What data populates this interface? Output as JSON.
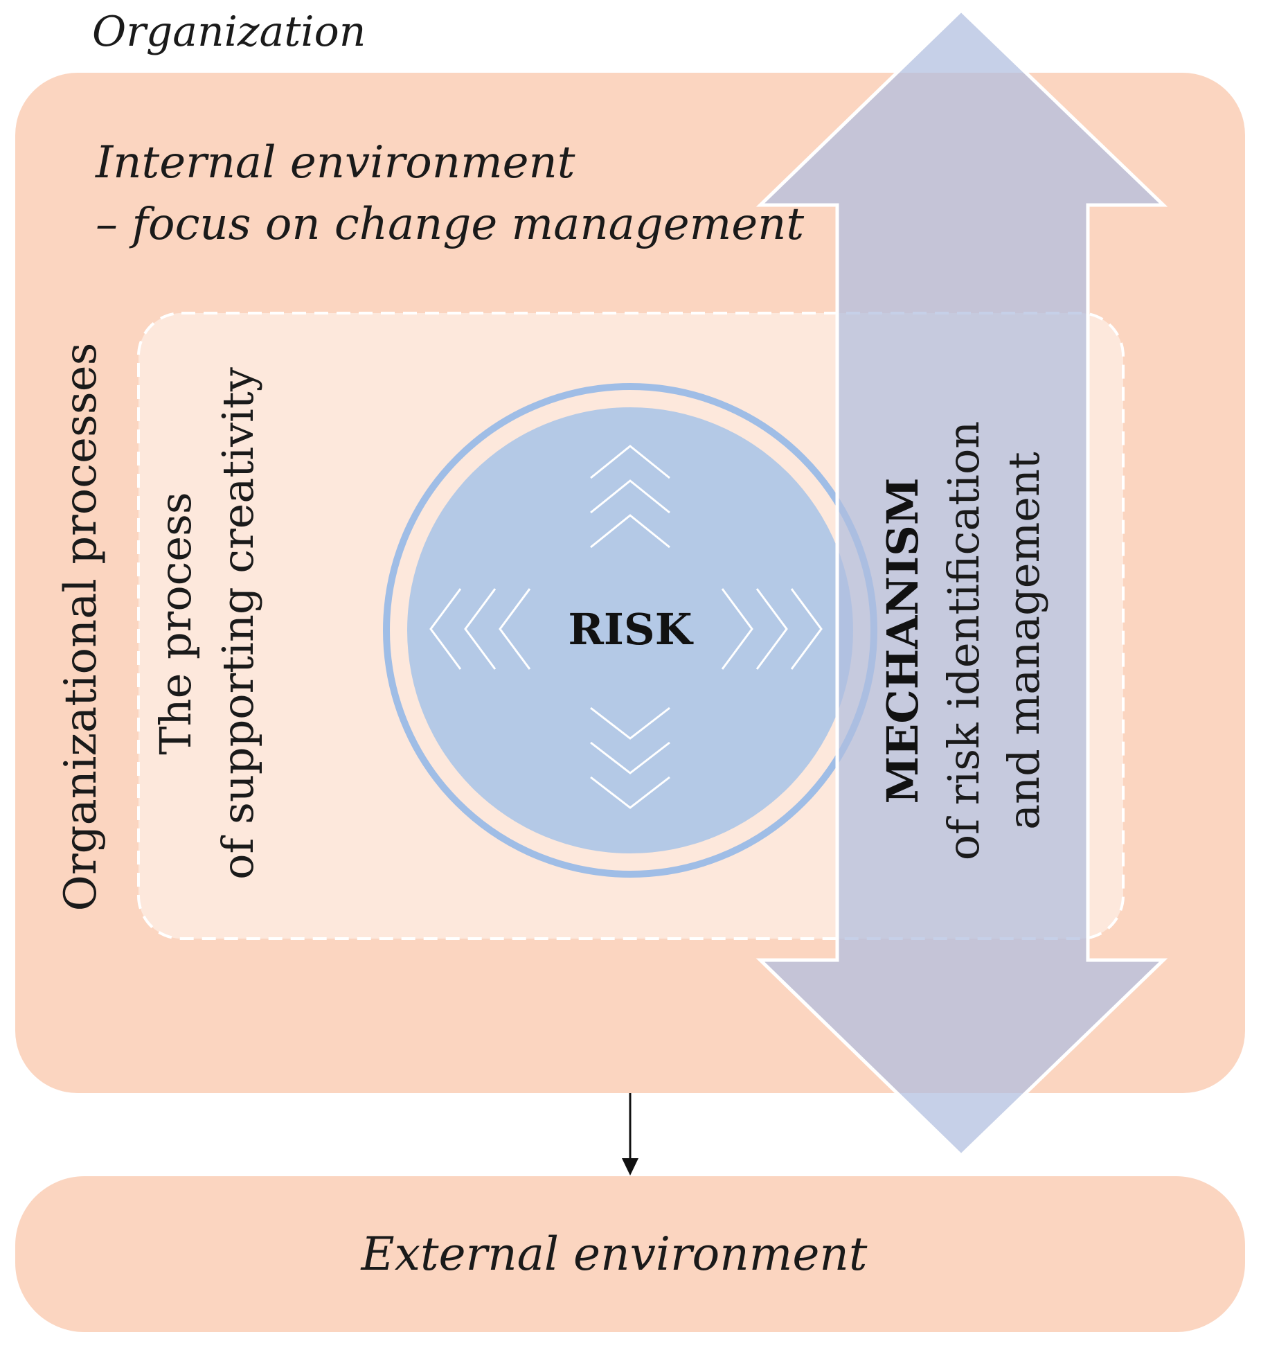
{
  "labels": {
    "organization": "Organization",
    "internal_line1": "Internal environment",
    "internal_line2": "– focus on change management",
    "organizational_processes": "Organizational processes",
    "creativity_line1": "The process",
    "creativity_line2": "of supporting creativity",
    "risk": "RISK",
    "mechanism_line1": "MECHANISM",
    "mechanism_line2": "of risk identification",
    "mechanism_line3": "and management",
    "external": "External environment"
  },
  "colors": {
    "organization_fill": "#fbd5c0",
    "process_fill": "#fde8dc",
    "risk_circle_fill": "#b4c9e6",
    "risk_ring": "#9fbde6",
    "mechanism_arrow": "#b0bedf",
    "text": "#1a1a1a"
  }
}
